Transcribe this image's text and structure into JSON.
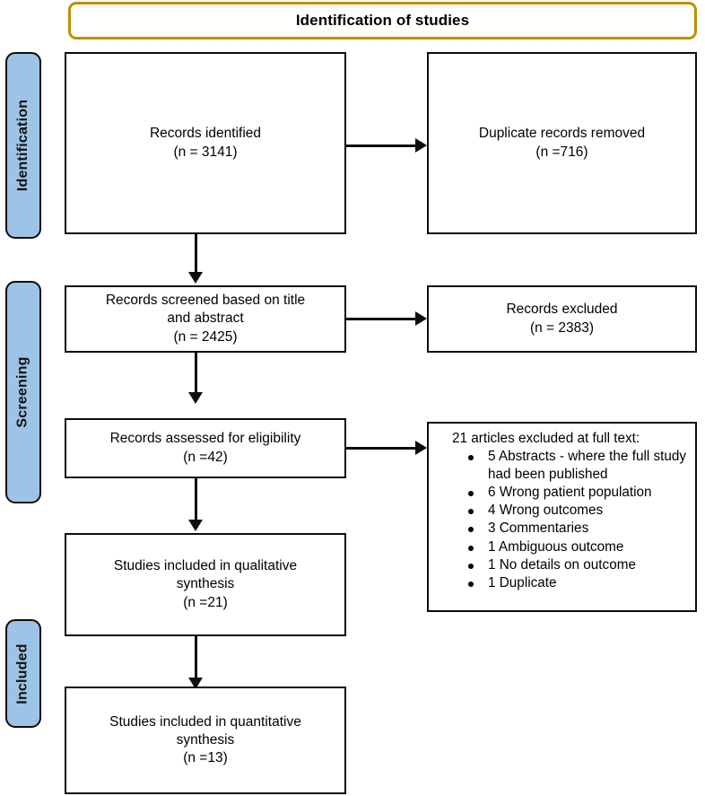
{
  "header": {
    "title": "Identification of studies",
    "border_color": "#BF9000"
  },
  "phases": {
    "accent_color": "#9DC3E6",
    "items": [
      {
        "id": "identification",
        "label": "Identification"
      },
      {
        "id": "screening",
        "label": "Screening"
      },
      {
        "id": "included",
        "label": "Included"
      }
    ]
  },
  "boxes": {
    "identified": {
      "line1": "Records identified",
      "line2": "(n = 3141)"
    },
    "duplicates": {
      "line1": "Duplicate records removed",
      "line2": "(n =716)"
    },
    "screened": {
      "line1": "Records screened based on title",
      "line2": "and abstract",
      "line3": "(n = 2425)"
    },
    "excluded_screen": {
      "line1": "Records excluded",
      "line2": "(n = 2383)"
    },
    "eligibility": {
      "line1": "Records assessed for eligibility",
      "line2": "(n =42)"
    },
    "qualitative": {
      "line1": "Studies included in qualitative",
      "line2": "synthesis",
      "line3": "(n =21)"
    },
    "quantitative": {
      "line1": "Studies included in quantitative",
      "line2": "synthesis",
      "line3": "(n =13)"
    }
  },
  "exclusion_list": {
    "heading": "21 articles excluded at full text:",
    "items": [
      "5 Abstracts - where the full study had been published",
      "6 Wrong patient population",
      "4 Wrong outcomes",
      "3 Commentaries",
      "1 Ambiguous outcome",
      "1 No details on outcome",
      "1 Duplicate"
    ]
  },
  "flow": {
    "type": "prisma-flow-diagram",
    "nodes": [
      {
        "id": "identified",
        "text": "Records identified (n = 3141)",
        "n": 3141
      },
      {
        "id": "duplicates",
        "text": "Duplicate records removed (n =716)",
        "n": 716
      },
      {
        "id": "screened",
        "text": "Records screened based on title and abstract (n = 2425)",
        "n": 2425
      },
      {
        "id": "excluded_screen",
        "text": "Records excluded (n = 2383)",
        "n": 2383
      },
      {
        "id": "eligibility",
        "text": "Records assessed for eligibility (n =42)",
        "n": 42
      },
      {
        "id": "exclusion_list",
        "text": "21 articles excluded at full text",
        "n": 21
      },
      {
        "id": "qualitative",
        "text": "Studies included in qualitative synthesis (n =21)",
        "n": 21
      },
      {
        "id": "quantitative",
        "text": "Studies included in quantitative synthesis (n =13)",
        "n": 13
      }
    ],
    "edges": [
      {
        "from": "identified",
        "to": "duplicates",
        "direction": "right"
      },
      {
        "from": "identified",
        "to": "screened",
        "direction": "down"
      },
      {
        "from": "screened",
        "to": "excluded_screen",
        "direction": "right"
      },
      {
        "from": "screened",
        "to": "eligibility",
        "direction": "down"
      },
      {
        "from": "eligibility",
        "to": "exclusion_list",
        "direction": "right"
      },
      {
        "from": "eligibility",
        "to": "qualitative",
        "direction": "down"
      },
      {
        "from": "qualitative",
        "to": "quantitative",
        "direction": "down"
      }
    ]
  }
}
